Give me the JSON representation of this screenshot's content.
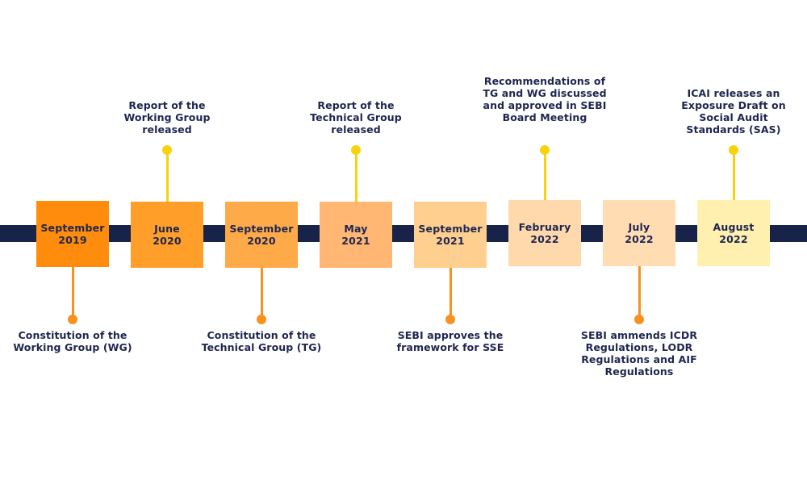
{
  "timeline": {
    "events": [
      {
        "month": "September",
        "year": "2019",
        "box_color": "#ff8c0c",
        "position": "below",
        "connector_color": "#f7921e",
        "description": "Constitution of the Working Group (WG)"
      },
      {
        "month": "June",
        "year": "2020",
        "box_color": "#ff9f2a",
        "position": "above",
        "connector_color": "#f7d20d",
        "description": "Report of the Working Group released"
      },
      {
        "month": "September",
        "year": "2020",
        "box_color": "#ffaa48",
        "position": "below",
        "connector_color": "#f7921e",
        "description": "Constitution of the Technical Group (TG)"
      },
      {
        "month": "May",
        "year": "2021",
        "box_color": "#ffb773",
        "position": "above",
        "connector_color": "#f7d20d",
        "description": "Report of the Technical Group released"
      },
      {
        "month": "September",
        "year": "2021",
        "box_color": "#ffcf8f",
        "position": "below",
        "connector_color": "#f7921e",
        "description": "SEBI approves the framework for SSE"
      },
      {
        "month": "February",
        "year": "2022",
        "box_color": "#ffd9ab",
        "position": "above",
        "connector_color": "#f7d20d",
        "description": "Recommendations of TG and WG discussed and approved in SEBI Board Meeting"
      },
      {
        "month": "July",
        "year": "2022",
        "box_color": "#ffdcb2",
        "position": "below",
        "connector_color": "#f7921e",
        "description": "SEBI ammends ICDR Regulations, LODR Regulations and AIF Regulations"
      },
      {
        "month": "August",
        "year": "2022",
        "box_color": "#fff0b0",
        "position": "above",
        "connector_color": "#f7d20d",
        "description": "ICAI releases an Exposure Draft on Social Audit Standards (SAS)"
      }
    ],
    "bar_color": "#172348",
    "text_color": "#1e2650"
  }
}
